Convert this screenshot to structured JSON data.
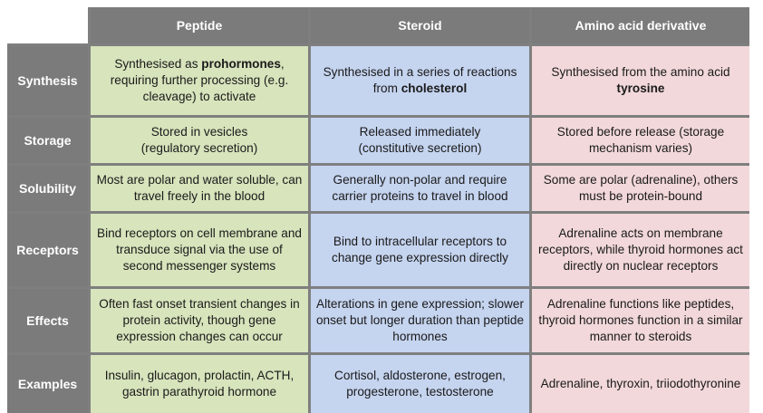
{
  "headers": [
    "Peptide",
    "Steroid",
    "Amino acid derivative"
  ],
  "rows": [
    {
      "label": "Synthesis",
      "cells": [
        {
          "pre": "Synthesised as ",
          "bold": "prohormones",
          "post": ", requiring further processing (e.g. cleavage) to activate"
        },
        {
          "pre": "Synthesised in a series of reactions from ",
          "bold": "cholesterol",
          "post": ""
        },
        {
          "pre": "Synthesised from the amino acid ",
          "bold": "tyrosine",
          "post": ""
        }
      ]
    },
    {
      "label": "Storage",
      "cells": [
        {
          "pre": "Stored in vesicles (regulatory secretion)",
          "bold": "",
          "post": ""
        },
        {
          "pre": "Released immediately (constitutive secretion)",
          "bold": "",
          "post": ""
        },
        {
          "pre": "Stored before release (storage mechanism varies)",
          "bold": "",
          "post": ""
        }
      ]
    },
    {
      "label": "Solubility",
      "cells": [
        {
          "pre": "Most are polar and water soluble, can travel freely in the blood",
          "bold": "",
          "post": ""
        },
        {
          "pre": "Generally non-polar and require carrier proteins to travel in blood",
          "bold": "",
          "post": ""
        },
        {
          "pre": "Some are polar (adrenaline), others must be protein-bound",
          "bold": "",
          "post": ""
        }
      ]
    },
    {
      "label": "Receptors",
      "cells": [
        {
          "pre": "Bind receptors on cell membrane and transduce signal via the use of second messenger systems",
          "bold": "",
          "post": ""
        },
        {
          "pre": "Bind to intracellular receptors to change gene expression directly",
          "bold": "",
          "post": ""
        },
        {
          "pre": "Adrenaline acts on membrane receptors, while thyroid hormones act directly on nuclear receptors",
          "bold": "",
          "post": ""
        }
      ]
    },
    {
      "label": "Effects",
      "cells": [
        {
          "pre": "Often fast onset transient changes in protein activity, though gene expression changes can occur",
          "bold": "",
          "post": ""
        },
        {
          "pre": "Alterations in gene expression; slower onset but longer duration than peptide hormones",
          "bold": "",
          "post": ""
        },
        {
          "pre": "Adrenaline functions like peptides, thyroid hormones function in a similar manner to steroids",
          "bold": "",
          "post": ""
        }
      ]
    },
    {
      "label": "Examples",
      "cells": [
        {
          "pre": "Insulin, glucagon, prolactin, ACTH, gastrin parathyroid hormone",
          "bold": "",
          "post": ""
        },
        {
          "pre": "Cortisol, aldosterone, estrogen, progesterone, testosterone",
          "bold": "",
          "post": ""
        },
        {
          "pre": "Adrenaline, thyroxin, triiodothyronine",
          "bold": "",
          "post": ""
        }
      ]
    }
  ]
}
